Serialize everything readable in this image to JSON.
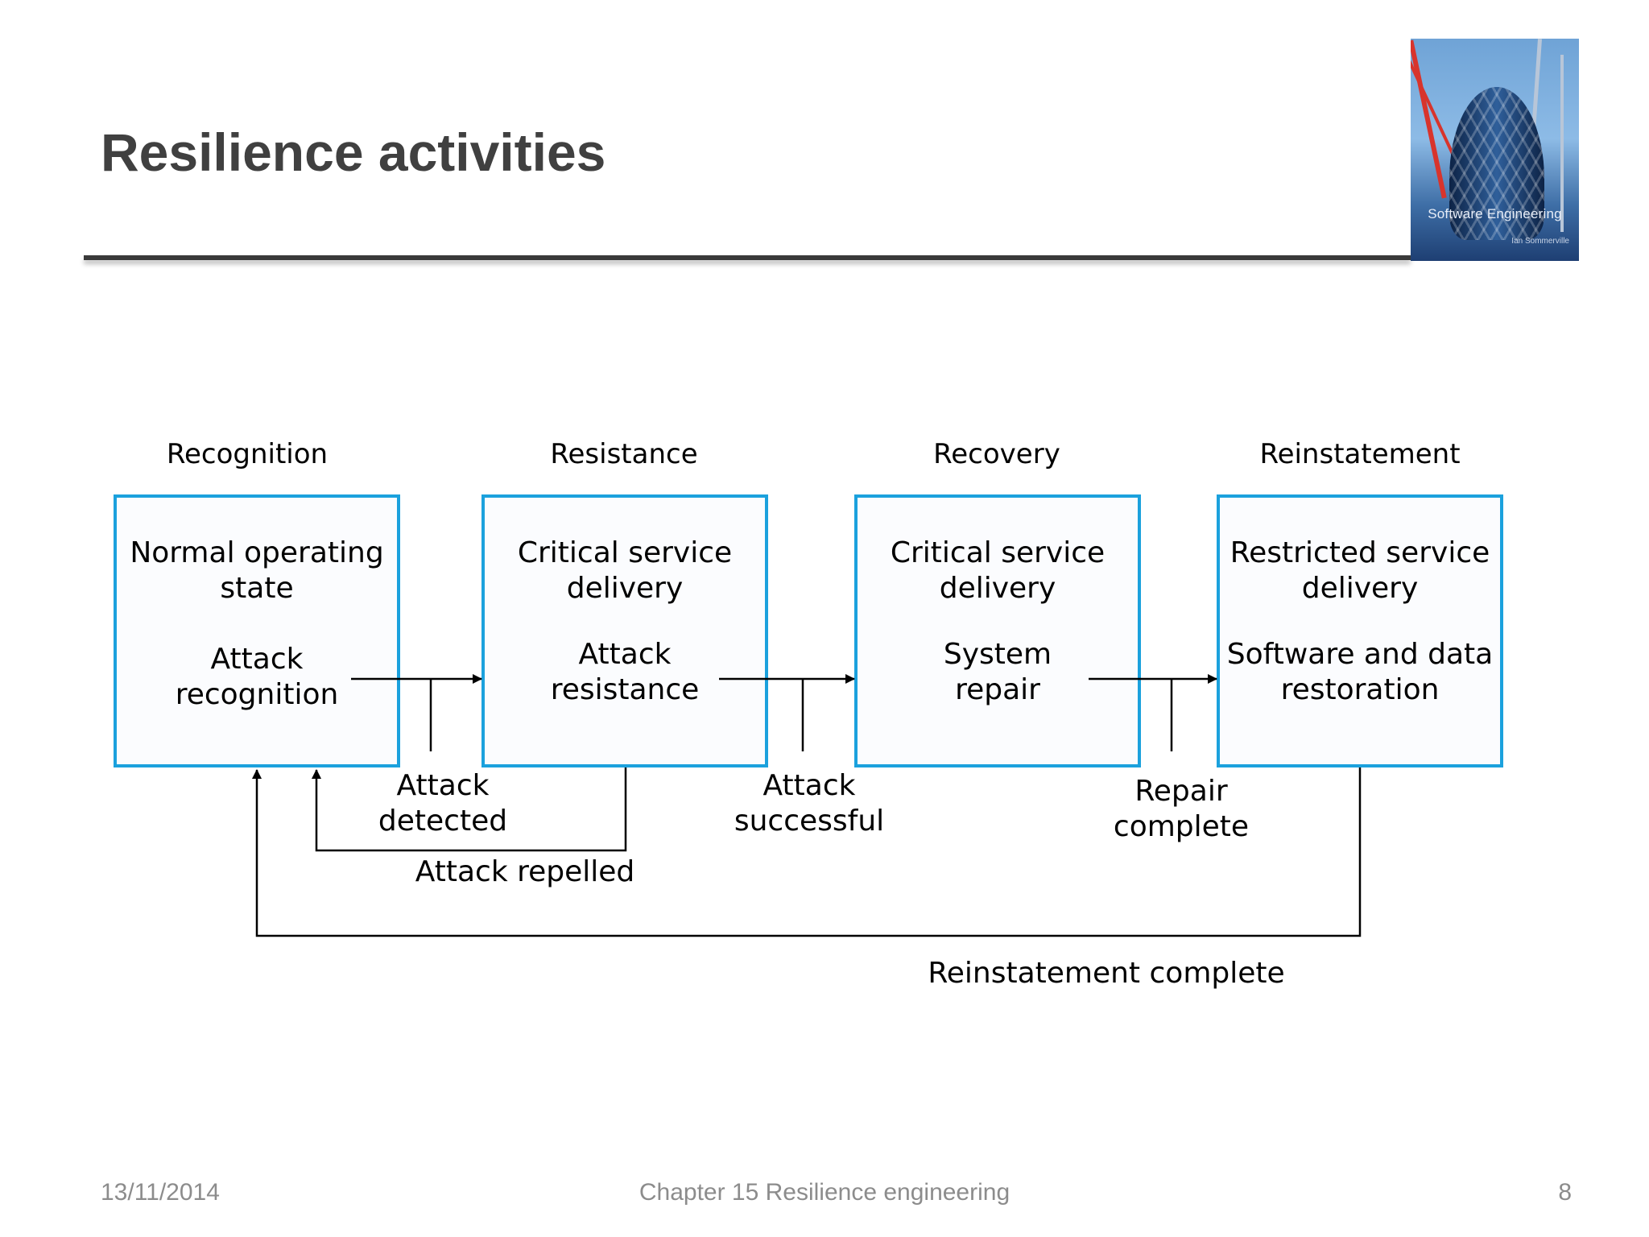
{
  "slide": {
    "title": "Resilience activities",
    "cover": {
      "title": "Software Engineering",
      "author": "Ian Sommerville"
    }
  },
  "diagram": {
    "stages": [
      {
        "heading": "Recognition",
        "line1": "Normal operating",
        "line2": "state",
        "line3": "Attack",
        "line4": "recognition"
      },
      {
        "heading": "Resistance",
        "line1": "Critical service",
        "line2": "delivery",
        "line3": "Attack",
        "line4": "resistance"
      },
      {
        "heading": "Recovery",
        "line1": "Critical service",
        "line2": "delivery",
        "line3": "System",
        "line4": "repair"
      },
      {
        "heading": "Reinstatement",
        "line1": "Restricted service",
        "line2": "delivery",
        "line3": "Software and data",
        "line4": "restoration"
      }
    ],
    "transitions": [
      {
        "line1": "Attack",
        "line2": "detected"
      },
      {
        "line1": "Attack",
        "line2": "successful"
      },
      {
        "line1": "Repair",
        "line2": "complete"
      }
    ],
    "feedback": {
      "repelled": "Attack repelled",
      "reinstated": "Reinstatement complete"
    },
    "colors": {
      "box_border": "#1ba1dd",
      "line": "#000000"
    }
  },
  "footer": {
    "date": "13/11/2014",
    "chapter": "Chapter 15 Resilience engineering",
    "page": "8"
  }
}
